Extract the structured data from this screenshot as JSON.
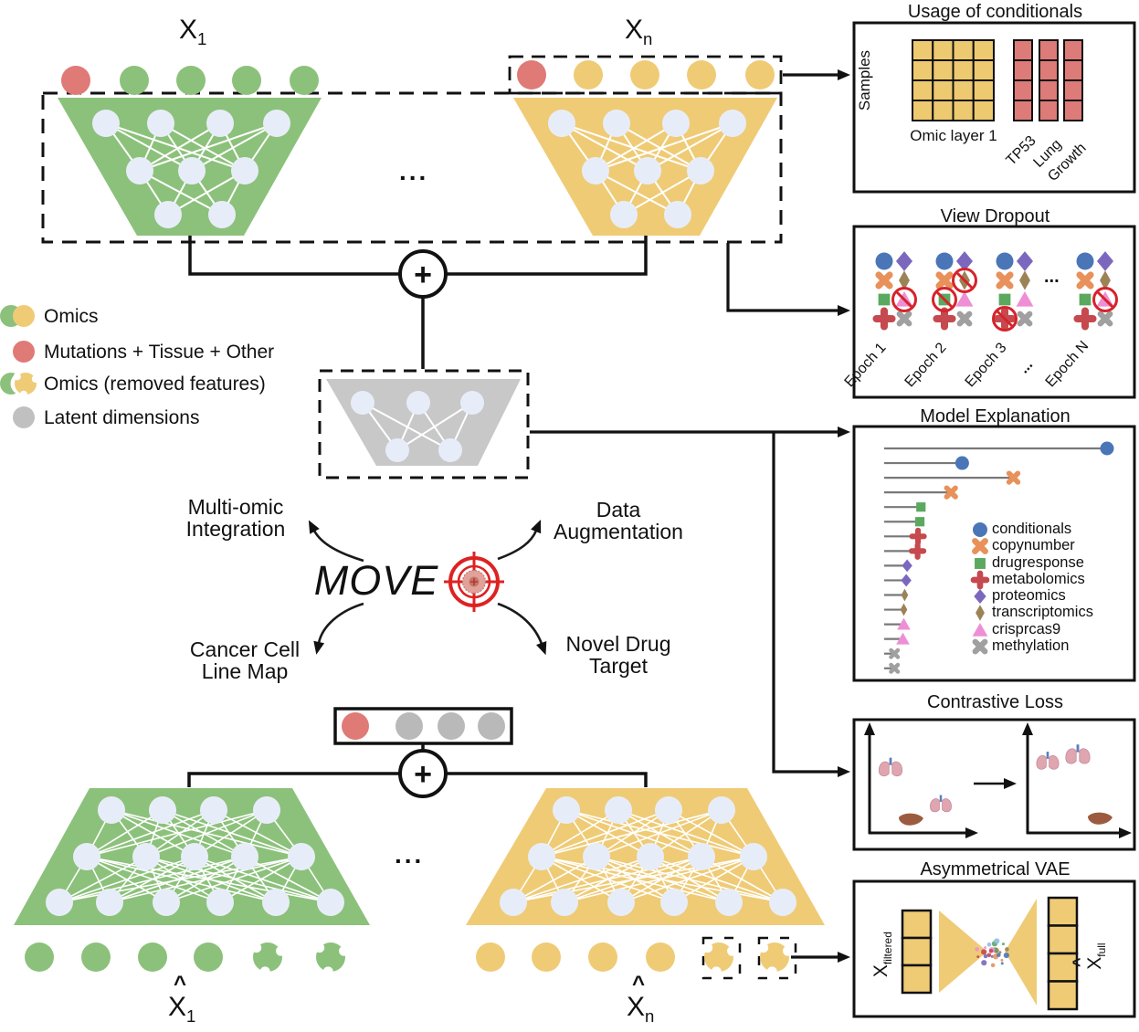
{
  "figure": {
    "plus_symbol": "+",
    "dots": "...",
    "top": {
      "x1": {
        "base": "X",
        "sub": "1"
      },
      "xn": {
        "base": "X",
        "sub": "n"
      }
    },
    "bottom": {
      "x1hat": {
        "hat": "^",
        "base": "X",
        "sub": "1"
      },
      "xnhat": {
        "hat": "^",
        "base": "X",
        "sub": "n"
      }
    }
  },
  "legend": {
    "items": [
      {
        "icon": "omics-pair-icon",
        "label": "Omics"
      },
      {
        "icon": "red-circle-icon",
        "label": "Mutations + Tissue + Other"
      },
      {
        "icon": "omics-removed-icon",
        "label": "Omics (removed features)"
      },
      {
        "icon": "gray-circle-icon",
        "label": "Latent dimensions"
      }
    ]
  },
  "move": {
    "title": "MOVE",
    "outcomes": {
      "multi_omic": [
        "Multi-omic",
        "Integration"
      ],
      "data_augmentation": [
        "Data",
        "Augmentation"
      ],
      "cancer_map": [
        "Cancer Cell",
        "Line Map"
      ],
      "novel_target": [
        "Novel Drug",
        "Target"
      ]
    }
  },
  "modalities": {
    "conditionals": {
      "marker": "circle",
      "color": "#4A76B8"
    },
    "copynumber": {
      "marker": "clover",
      "color": "#E8915A"
    },
    "drugresponse": {
      "marker": "square",
      "color": "#5BA85F"
    },
    "metabolomics": {
      "marker": "plus",
      "color": "#C5494E"
    },
    "proteomics": {
      "marker": "diamond",
      "color": "#7B68BE"
    },
    "transcriptomics": {
      "marker": "thindiamond",
      "color": "#9B8357"
    },
    "crisprcas9": {
      "marker": "triangle",
      "color": "#EE8FD5"
    },
    "methylation": {
      "marker": "cross",
      "color": "#A0A0A0"
    }
  },
  "panels": {
    "usage": {
      "title": "Usage of conditionals",
      "y_label": "Samples",
      "x_label": "Omic layer 1",
      "grid": {
        "rows": 4,
        "cols": 4
      },
      "conditionals": [
        "TP53",
        "Lung",
        "Growth"
      ]
    },
    "dropout": {
      "title": "View Dropout",
      "dots": "...",
      "grid": [
        [
          "conditionals",
          "proteomics"
        ],
        [
          "copynumber",
          "transcriptomics"
        ],
        [
          "drugresponse",
          "crisprcas9"
        ],
        [
          "metabolomics",
          "methylation"
        ]
      ],
      "epochs": [
        {
          "label": "Epoch 1",
          "crossed": [
            [
              2,
              1
            ]
          ]
        },
        {
          "label": "Epoch 2",
          "crossed": [
            [
              1,
              1
            ],
            [
              2,
              0
            ]
          ]
        },
        {
          "label": "Epoch 3",
          "crossed": [
            [
              3,
              0
            ]
          ]
        },
        {
          "label": "Epoch N",
          "crossed": [
            [
              2,
              1
            ]
          ]
        }
      ]
    },
    "explanation": {
      "title": "Model Explanation",
      "chart_data": {
        "type": "lollipop",
        "x_range": [
          0,
          1
        ],
        "rows": [
          {
            "modality": "conditionals",
            "value": 1.0
          },
          {
            "modality": "conditionals",
            "value": 0.35
          },
          {
            "modality": "copynumber",
            "value": 0.58
          },
          {
            "modality": "copynumber",
            "value": 0.3
          },
          {
            "modality": "drugresponse",
            "value": 0.165
          },
          {
            "modality": "drugresponse",
            "value": 0.16
          },
          {
            "modality": "metabolomics",
            "value": 0.152
          },
          {
            "modality": "metabolomics",
            "value": 0.15
          },
          {
            "modality": "proteomics",
            "value": 0.103
          },
          {
            "modality": "proteomics",
            "value": 0.099
          },
          {
            "modality": "transcriptomics",
            "value": 0.092
          },
          {
            "modality": "transcriptomics",
            "value": 0.088
          },
          {
            "modality": "crisprcas9",
            "value": 0.088
          },
          {
            "modality": "crisprcas9",
            "value": 0.084
          },
          {
            "modality": "methylation",
            "value": 0.046
          },
          {
            "modality": "methylation",
            "value": 0.046
          }
        ],
        "legend": [
          "conditionals",
          "copynumber",
          "drugresponse",
          "metabolomics",
          "proteomics",
          "transcriptomics",
          "crisprcas9",
          "methylation"
        ],
        "legend_position": "center-right"
      }
    },
    "contrastive": {
      "title": "Contrastive Loss"
    },
    "vae": {
      "title": "Asymmetrical VAE",
      "input_label": {
        "base": "X",
        "sub": "filtered"
      },
      "output_label": {
        "hat": "^",
        "base": "X",
        "sub": "full"
      },
      "encoder_cells": 3,
      "decoder_cells": 4
    }
  },
  "colors": {
    "green": "#8CC17B",
    "yellow": "#EFCB76",
    "red": "#DF7A76",
    "gray_net": "#C8C8C8",
    "gray_dim": "#B9B9B9",
    "node": "#E7EDF8",
    "grid_yellow": "#EDC96F",
    "grid_red": "#DD7B78",
    "prohibit": "#D6232B",
    "target": "#DD2222",
    "line": "#111111",
    "lollipop_line": "#787878"
  }
}
